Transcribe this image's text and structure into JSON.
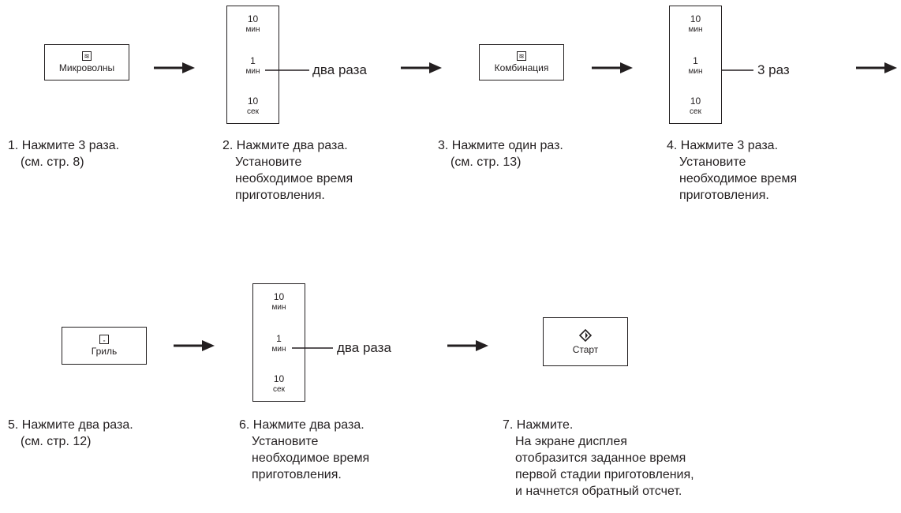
{
  "buttons": {
    "microwave": {
      "label": "Микроволны",
      "icon": "microwave-waves-icon"
    },
    "combination": {
      "label": "Комбинация",
      "icon": "combination-waves-icon"
    },
    "grill": {
      "label": "Гриль",
      "icon": "grill-icon"
    },
    "start": {
      "label": "Старт",
      "icon": "start-diamond-icon"
    }
  },
  "timer_labels": {
    "ten": "10",
    "one": "1",
    "min": "мин",
    "sec": "сек"
  },
  "press_counts": {
    "step2": "два раза",
    "step4": "3 раз",
    "step6": "два раза"
  },
  "steps": {
    "s1": [
      "1. Нажмите 3 раза.",
      "(см. стр. 8)"
    ],
    "s2": [
      "2. Нажмите два раза.",
      "Установите",
      "необходимое время",
      "приготовления."
    ],
    "s3": [
      "3. Нажмите один раз.",
      "(см. стр. 13)"
    ],
    "s4": [
      "4. Нажмите 3 раза.",
      "Установите",
      "необходимое время",
      "приготовления."
    ],
    "s5": [
      "5. Нажмите два раза.",
      "(см. стр. 12)"
    ],
    "s6": [
      "6. Нажмите два раза.",
      "Установите",
      "необходимое время",
      "приготовления."
    ],
    "s7": [
      "7. Нажмите.",
      "На экране дисплея",
      "отобразится заданное время",
      "первой стадии приготовления,",
      "и начнется обратный отсчет."
    ]
  }
}
